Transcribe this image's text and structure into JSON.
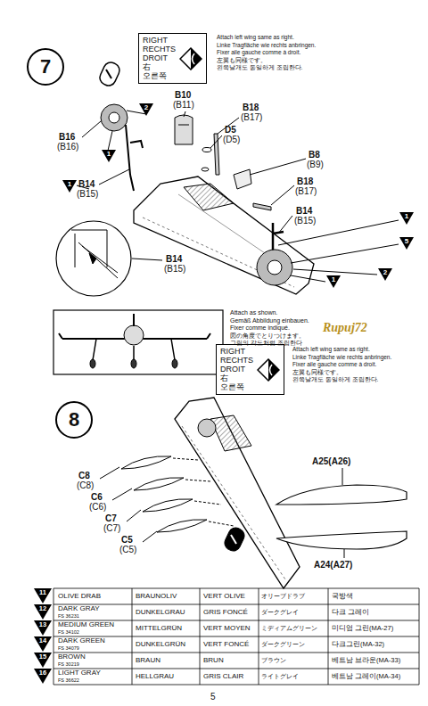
{
  "diagram": {
    "nodes": [
      {
        "text": [
          "7"
        ]
      },
      {
        "text": [
          "RIGHT RECHTS DROIT 右 오른쪽"
        ]
      },
      {
        "text": [
          "2"
        ]
      },
      {
        "text": [
          "1"
        ]
      },
      {
        "text": [
          "1"
        ]
      },
      {
        "text": [
          "1"
        ]
      },
      {
        "text": [
          "5"
        ]
      },
      {
        "text": [
          "2"
        ]
      },
      {
        "text": [
          "1"
        ]
      },
      {
        "text": [
          "8"
        ]
      },
      {
        "text": [
          "RIGHT RECHTS DROIT 右 오른쪽"
        ]
      },
      {
        "text": [
          "11"
        ]
      },
      {
        "text": [
          "12"
        ]
      },
      {
        "text": [
          "13"
        ]
      },
      {
        "text": [
          "14"
        ]
      },
      {
        "text": [
          "15"
        ]
      },
      {
        "text": [
          "16"
        ]
      }
    ],
    "labels": [
      "Attach left wing same as right.",
      "Linke Tragfläche wie rechts anbringen.",
      "Fixer aile gauche comme à droit.",
      "左翼も同様です。",
      "왼쪽날개도 동일하게 조립한다.",
      "B10",
      "(B11)",
      "B18",
      "(B17)",
      "D5",
      "(D5)",
      "B16",
      "(B16)",
      "B8",
      "(B9)",
      "B18",
      "(B17)",
      "B14",
      "(B15)",
      "B14",
      "(B15)",
      "B14",
      "(B15)",
      "Attach as shown.",
      "Gemäß Abbildung einbauen.",
      "Fixer comme indiqué.",
      "図の角度でとりつけます。",
      "그림의 각도처럼 조립한다",
      "Rupuj72",
      "Attach left wing same as right.",
      "Linke Tragfläche wie rechts anbringen.",
      "Fixer aile gauche comme à droit.",
      "左翼も同様です。",
      "왼쪽날개도 동일하게 조립한다.",
      "C8",
      "(C8)",
      "C6",
      "(C6)",
      "C7",
      "(C7)",
      "C5",
      "(C5)",
      "A25(A26)",
      "A24(A27)",
      "OLIVE DRAB",
      "BRAUNOLIV",
      "VERT OLIVE",
      "オリーブドラブ",
      "국방색",
      "DARK GRAY",
      "FS 36231",
      "DUNKELGRAU",
      "GRIS FONCÉ",
      "ダークグレイ",
      "다크 그레이",
      "MEDIUM GREEN",
      "FS 34102",
      "MITTELGRÜN",
      "VERT MOYEN",
      "ミディアムグリーン",
      "미디엄 그린(MA-27)",
      "DARK GREEN",
      "FS 34079",
      "DUNKELGRÜN",
      "VERT FONCÉ",
      "ダークグリーン",
      "다크그린(MA-32)",
      "BROWN",
      "FS 30219",
      "BRAUN",
      "BRUN",
      "ブラウン",
      "베트남 브라운(MA-33)",
      "LIGHT GRAY",
      "FS 36622",
      "HELLGRAU",
      "GRIS CLAIR",
      "ライトグレイ",
      "베트남 그레이(MA-34)",
      "5"
    ]
  }
}
